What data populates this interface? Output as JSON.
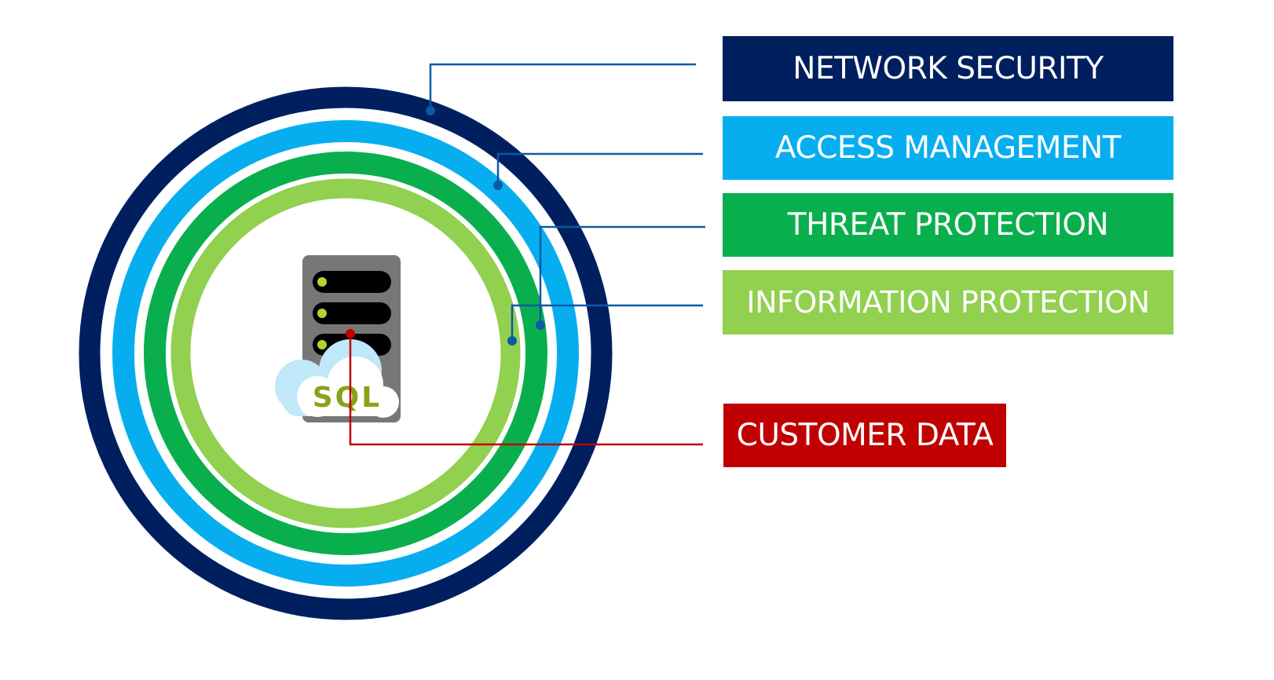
{
  "diagram": {
    "title": "Layered data security rings",
    "layers": [
      {
        "id": "network",
        "label": "NETWORK SECURITY",
        "color": "#001f5f"
      },
      {
        "id": "access",
        "label": "ACCESS MANAGEMENT",
        "color": "#07aeef"
      },
      {
        "id": "threat",
        "label": "THREAT PROTECTION",
        "color": "#0aaf4d"
      },
      {
        "id": "info",
        "label": "INFORMATION PROTECTION",
        "color": "#92d050"
      }
    ],
    "core": {
      "label": "CUSTOMER DATA",
      "color": "#c00000",
      "icon": "sql-server-cloud-icon",
      "icon_text": "SQL"
    },
    "connector_color": "#0b5aa6",
    "core_connector_color": "#c00000"
  }
}
